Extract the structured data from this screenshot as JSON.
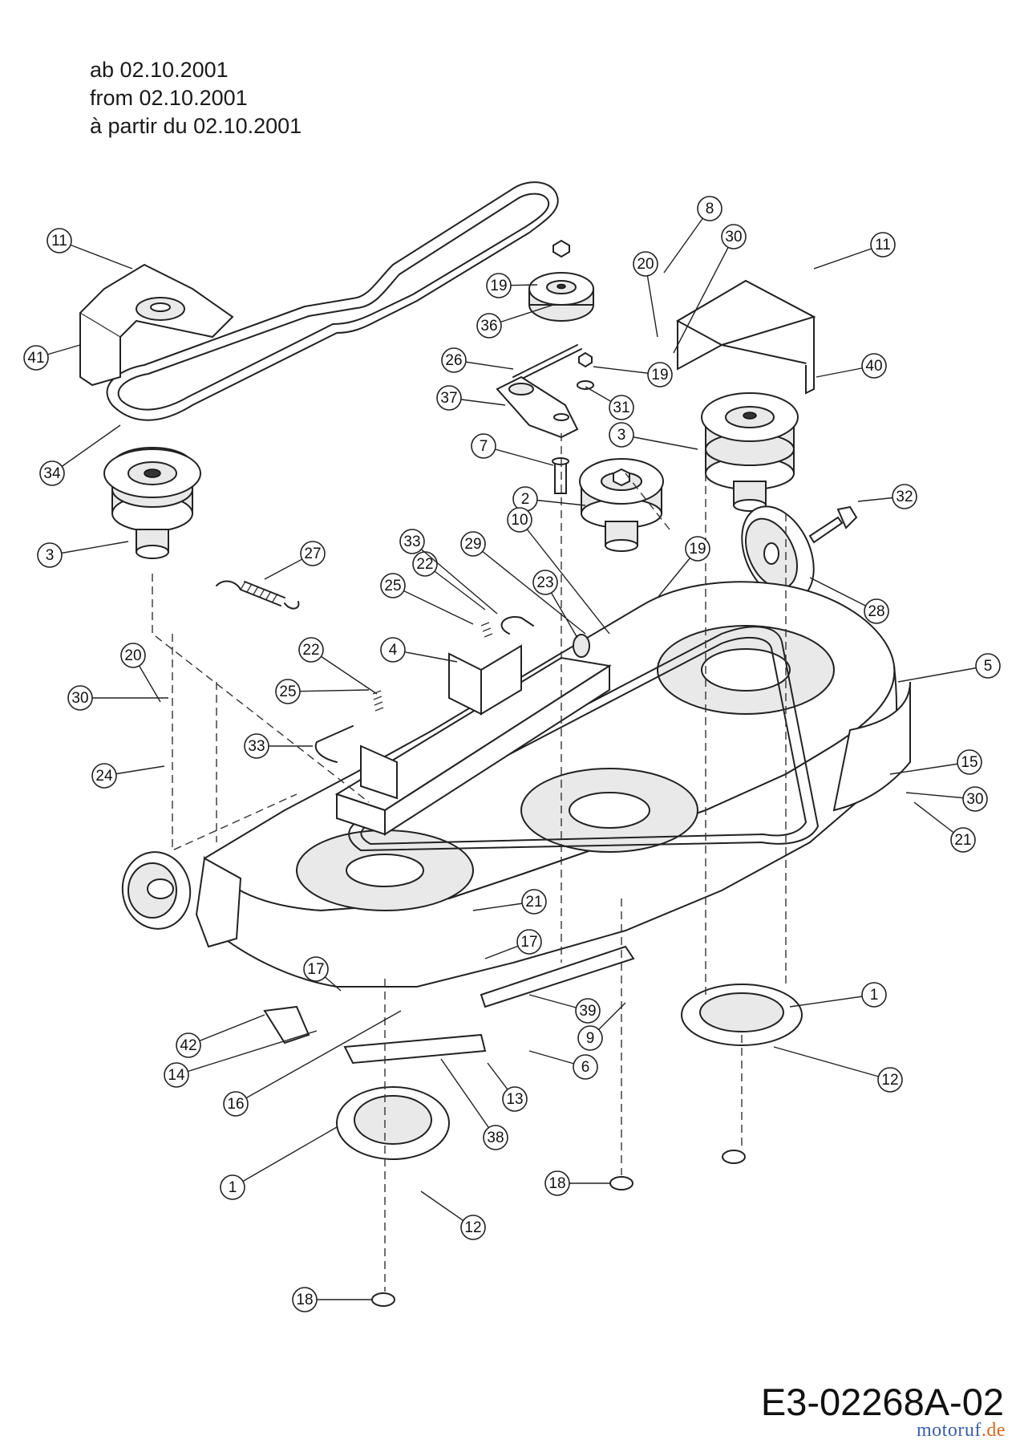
{
  "header": {
    "line_de": "ab 02.10.2001",
    "line_en": "from 02.10.2001",
    "line_fr": "à partir du 02.10.2001"
  },
  "drawing_code": "E3-02268A-02",
  "brand": {
    "name": "motoruf",
    "suffix": ".de",
    "color_main": "#3a5fa8",
    "color_accent": "#e0641c"
  },
  "callouts": [
    "1",
    "1",
    "2",
    "3",
    "3",
    "4",
    "5",
    "6",
    "7",
    "8",
    "9",
    "10",
    "11",
    "11",
    "12",
    "12",
    "13",
    "14",
    "15",
    "16",
    "17",
    "17",
    "18",
    "18",
    "19",
    "19",
    "19",
    "20",
    "20",
    "21",
    "21",
    "22",
    "22",
    "23",
    "24",
    "25",
    "25",
    "26",
    "27",
    "28",
    "29",
    "30",
    "30",
    "30",
    "31",
    "32",
    "33",
    "33",
    "34",
    "36",
    "37",
    "38",
    "39",
    "40",
    "41",
    "42"
  ]
}
